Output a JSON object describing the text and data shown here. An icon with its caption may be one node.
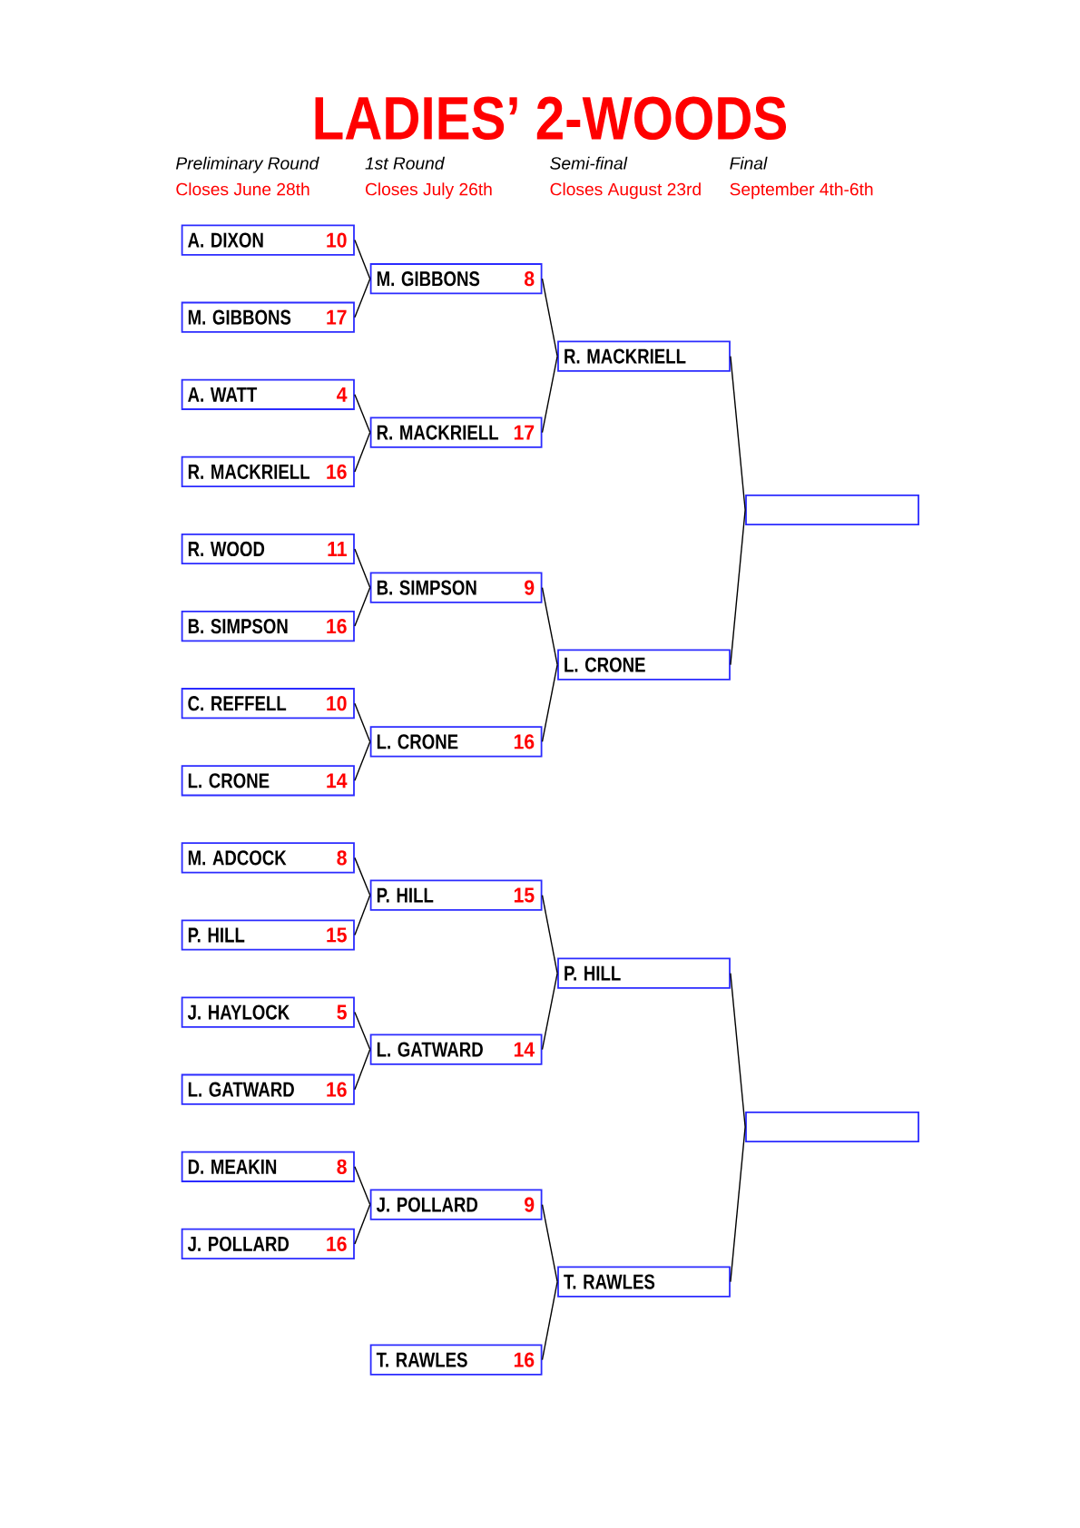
{
  "diagram": {
    "title": "LADIES’ 2-WOODS",
    "nodes": [
      {
        "text": [
          "A. DIXON",
          "10"
        ]
      },
      {
        "text": [
          "M. GIBBONS",
          "17"
        ]
      },
      {
        "text": [
          "A. WATT",
          "4"
        ]
      },
      {
        "text": [
          "R. MACKRIELL",
          "16"
        ]
      },
      {
        "text": [
          "R. WOOD",
          "11"
        ]
      },
      {
        "text": [
          "B. SIMPSON",
          "16"
        ]
      },
      {
        "text": [
          "C. REFFELL",
          "10"
        ]
      },
      {
        "text": [
          "L. CRONE",
          "14"
        ]
      },
      {
        "text": [
          "M. ADCOCK",
          "8"
        ]
      },
      {
        "text": [
          "P. HILL",
          "15"
        ]
      },
      {
        "text": [
          "J. HAYLOCK",
          "5"
        ]
      },
      {
        "text": [
          "L. GATWARD",
          "16"
        ]
      },
      {
        "text": [
          "D. MEAKIN",
          "8"
        ]
      },
      {
        "text": [
          "J. POLLARD",
          "16"
        ]
      },
      {
        "text": [
          "M. GIBBONS",
          "8"
        ]
      },
      {
        "text": [
          "R. MACKRIELL",
          "17"
        ]
      },
      {
        "text": [
          "B. SIMPSON",
          "9"
        ]
      },
      {
        "text": [
          "L. CRONE",
          "16"
        ]
      },
      {
        "text": [
          "P. HILL",
          "15"
        ]
      },
      {
        "text": [
          "L. GATWARD",
          "14"
        ]
      },
      {
        "text": [
          "J. POLLARD",
          "9"
        ]
      },
      {
        "text": [
          "T. RAWLES",
          "16"
        ]
      },
      {
        "text": [
          "R. MACKRIELL"
        ]
      },
      {
        "text": [
          "L. CRONE"
        ]
      },
      {
        "text": [
          "P. HILL"
        ]
      },
      {
        "text": [
          "T. RAWLES"
        ]
      },
      {
        "text": [],
        "shape": "box"
      },
      {
        "text": [],
        "shape": "box"
      }
    ],
    "edges": [
      {
        "from": 0,
        "to": 14,
        "arrow": "none"
      },
      {
        "from": 1,
        "to": 14,
        "arrow": "none"
      },
      {
        "from": 2,
        "to": 15,
        "arrow": "none"
      },
      {
        "from": 3,
        "to": 15,
        "arrow": "none"
      },
      {
        "from": 4,
        "to": 16,
        "arrow": "none"
      },
      {
        "from": 5,
        "to": 16,
        "arrow": "none"
      },
      {
        "from": 6,
        "to": 17,
        "arrow": "none"
      },
      {
        "from": 7,
        "to": 17,
        "arrow": "none"
      },
      {
        "from": 8,
        "to": 18,
        "arrow": "none"
      },
      {
        "from": 9,
        "to": 18,
        "arrow": "none"
      },
      {
        "from": 10,
        "to": 19,
        "arrow": "none"
      },
      {
        "from": 11,
        "to": 19,
        "arrow": "none"
      },
      {
        "from": 12,
        "to": 20,
        "arrow": "none"
      },
      {
        "from": 13,
        "to": 20,
        "arrow": "none"
      },
      {
        "from": 14,
        "to": 22,
        "arrow": "none"
      },
      {
        "from": 15,
        "to": 22,
        "arrow": "none"
      },
      {
        "from": 16,
        "to": 23,
        "arrow": "none"
      },
      {
        "from": 17,
        "to": 23,
        "arrow": "none"
      },
      {
        "from": 18,
        "to": 24,
        "arrow": "none"
      },
      {
        "from": 19,
        "to": 24,
        "arrow": "none"
      },
      {
        "from": 20,
        "to": 25,
        "arrow": "none"
      },
      {
        "from": 21,
        "to": 25,
        "arrow": "none"
      },
      {
        "from": 22,
        "to": 26,
        "arrow": "none"
      },
      {
        "from": 23,
        "to": 26,
        "arrow": "none"
      },
      {
        "from": 24,
        "to": 27,
        "arrow": "none"
      },
      {
        "from": 25,
        "to": 27,
        "arrow": "none"
      }
    ],
    "labels": [
      "Preliminary Round",
      "1st Round",
      "Semi-final",
      "Final",
      "Closes June 28th",
      "Closes July 26th",
      "Closes August 23rd",
      "September 4th-6th"
    ]
  }
}
